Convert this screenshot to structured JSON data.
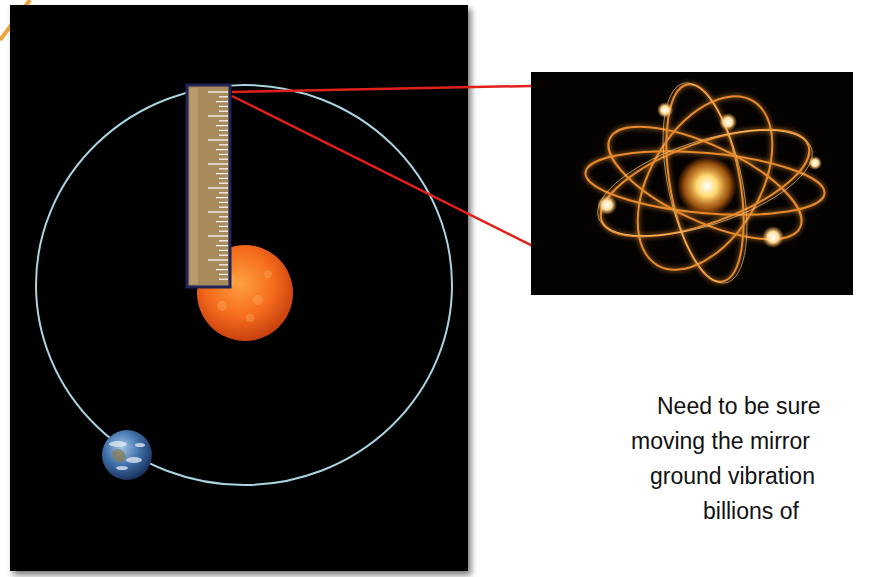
{
  "diagram": {
    "labels": [
      "Need to be sure",
      "moving the mirror",
      "ground vibration",
      "billions of"
    ]
  }
}
